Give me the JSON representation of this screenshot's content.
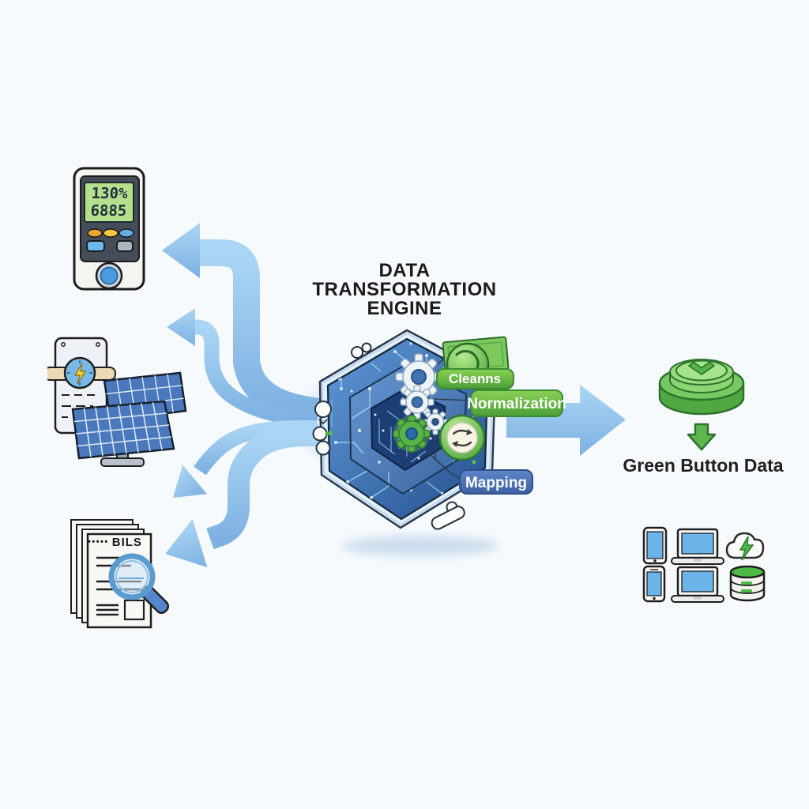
{
  "diagram": {
    "title_lines": [
      "DATA",
      "TRANSFORMATION",
      "ENGINE"
    ],
    "process_labels": {
      "cleansing": "Cleanns",
      "normalization": "Normalization",
      "mapping": "Mapping"
    },
    "sources": {
      "smart_meter": {
        "display_line1": "130%",
        "display_line2": "6885"
      },
      "bills": {
        "dots": "•••••",
        "label": "BILS"
      }
    },
    "output": {
      "label": "Green Button Data"
    },
    "icons": {
      "left_column": [
        "smart-meter-icon",
        "energy-meter-dial-icon",
        "solar-panels-icon",
        "utility-bills-icon",
        "magnifier-icon"
      ],
      "engine": [
        "circuit-hexagon-icon",
        "gear-icon",
        "green-gear-icon",
        "clean-cycle-badge-icon",
        "transform-badge-icon"
      ],
      "right_column": [
        "green-button-icon",
        "down-arrow-icon",
        "tablet-icon",
        "laptop-icon",
        "energy-cloud-icon",
        "smartphone-icon",
        "database-icon"
      ]
    },
    "colors": {
      "background": "#f7fafd",
      "flow_arrow_blue": "#8fc0ea",
      "engine_blue": "#2b5a9c",
      "circuit_light_blue": "#a8d6f4",
      "process_green": "#5cb84e",
      "mapping_blue": "#4a6fb5",
      "device_screen_blue": "#6cb4e8",
      "lcd_green": "#b6e18c",
      "button_green": "#79ca64"
    }
  }
}
